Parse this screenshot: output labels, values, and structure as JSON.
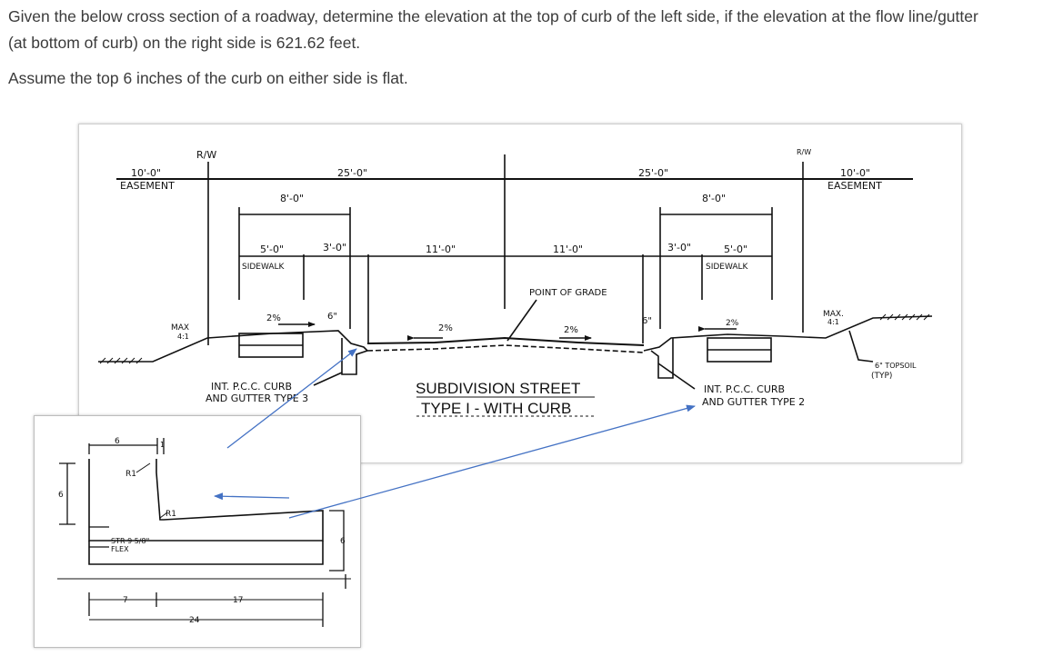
{
  "question": {
    "line1": "Given the below cross section of a roadway, determine the elevation at the top of curb of the left side, if the elevation at the flow line/gutter",
    "line2": "(at bottom of curb) on the right side is 621.62 feet.",
    "line3": "Assume the top 6 inches of the curb on either side is flat."
  },
  "section": {
    "rw_left": "R/W",
    "rw_right": "R/W",
    "easement_left_dim": "10'-0\"",
    "easement_left": "EASEMENT",
    "easement_right_dim": "10'-0\"",
    "easement_right": "EASEMENT",
    "half_row_left": "25'-0\"",
    "half_row_right": "25'-0\"",
    "walk_total_left": "8'-0\"",
    "walk_total_right": "8'-0\"",
    "sidewalk_width_left": "5'-0\"",
    "parkway_left": "3'-0\"",
    "parkway_right": "3'-0\"",
    "sidewalk_width_right": "5'-0\"",
    "lane_left": "11'-0\"",
    "lane_right": "11'-0\"",
    "sidewalk_left": "SIDEWALK",
    "sidewalk_right": "SIDEWALK",
    "point_of_grade": "POINT OF GRADE",
    "slope_walk_left": "2%",
    "slope_road_left": "2%",
    "slope_road_right": "2%",
    "slope_walk_right": "2%",
    "curb_h_left": "6\"",
    "curb_h_right": "6\"",
    "max_left": "MAX",
    "ratio_left": "4:1",
    "max_right": "MAX.",
    "ratio_right": "4:1",
    "curb_left_1": "INT. P.C.C. CURB",
    "curb_left_2": "AND GUTTER TYPE 3",
    "curb_right_1": "INT. P.C.C. CURB",
    "curb_right_2": "AND GUTTER TYPE 2",
    "street_title": "SUBDIVISION STREET",
    "street_sub": "TYPE I - WITH CURB",
    "topsoil_1": "6\" TOPSOIL",
    "topsoil_2": "(TYP)"
  },
  "inset": {
    "top_dim": "6",
    "top_small": "1",
    "left_height": "6",
    "r_upper": "R1",
    "r_lower": "R1",
    "right_height": "6",
    "note_1": "STR 9 5/8\"",
    "note_2": "FLEX",
    "dim_7": "7",
    "dim_17": "17",
    "dim_24": "24"
  },
  "colors": {
    "arrow": "#4472c4",
    "question_text": "#3b3b3b",
    "drawing_ink": "#111111"
  }
}
